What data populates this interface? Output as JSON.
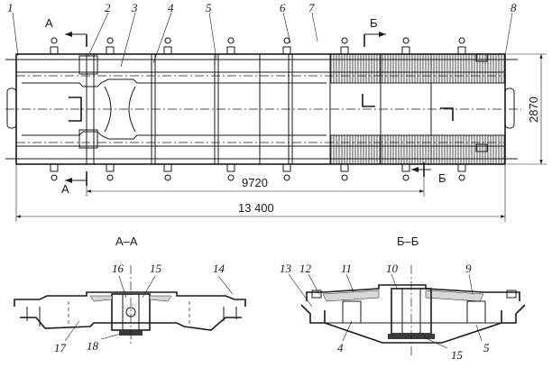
{
  "plan": {
    "callouts": [
      "1",
      "2",
      "3",
      "4",
      "5",
      "6",
      "7",
      "8"
    ],
    "section_mark_a": "А",
    "section_mark_b": "Б",
    "dim_inner": "9720",
    "dim_total": "13 400",
    "dim_width": "2870"
  },
  "section_a": {
    "title": "А–А",
    "callouts": [
      "16",
      "15",
      "14",
      "17",
      "18"
    ]
  },
  "section_b": {
    "title": "Б–Б",
    "callouts": [
      "13",
      "12",
      "11",
      "10",
      "9",
      "4",
      "5",
      "15"
    ]
  }
}
